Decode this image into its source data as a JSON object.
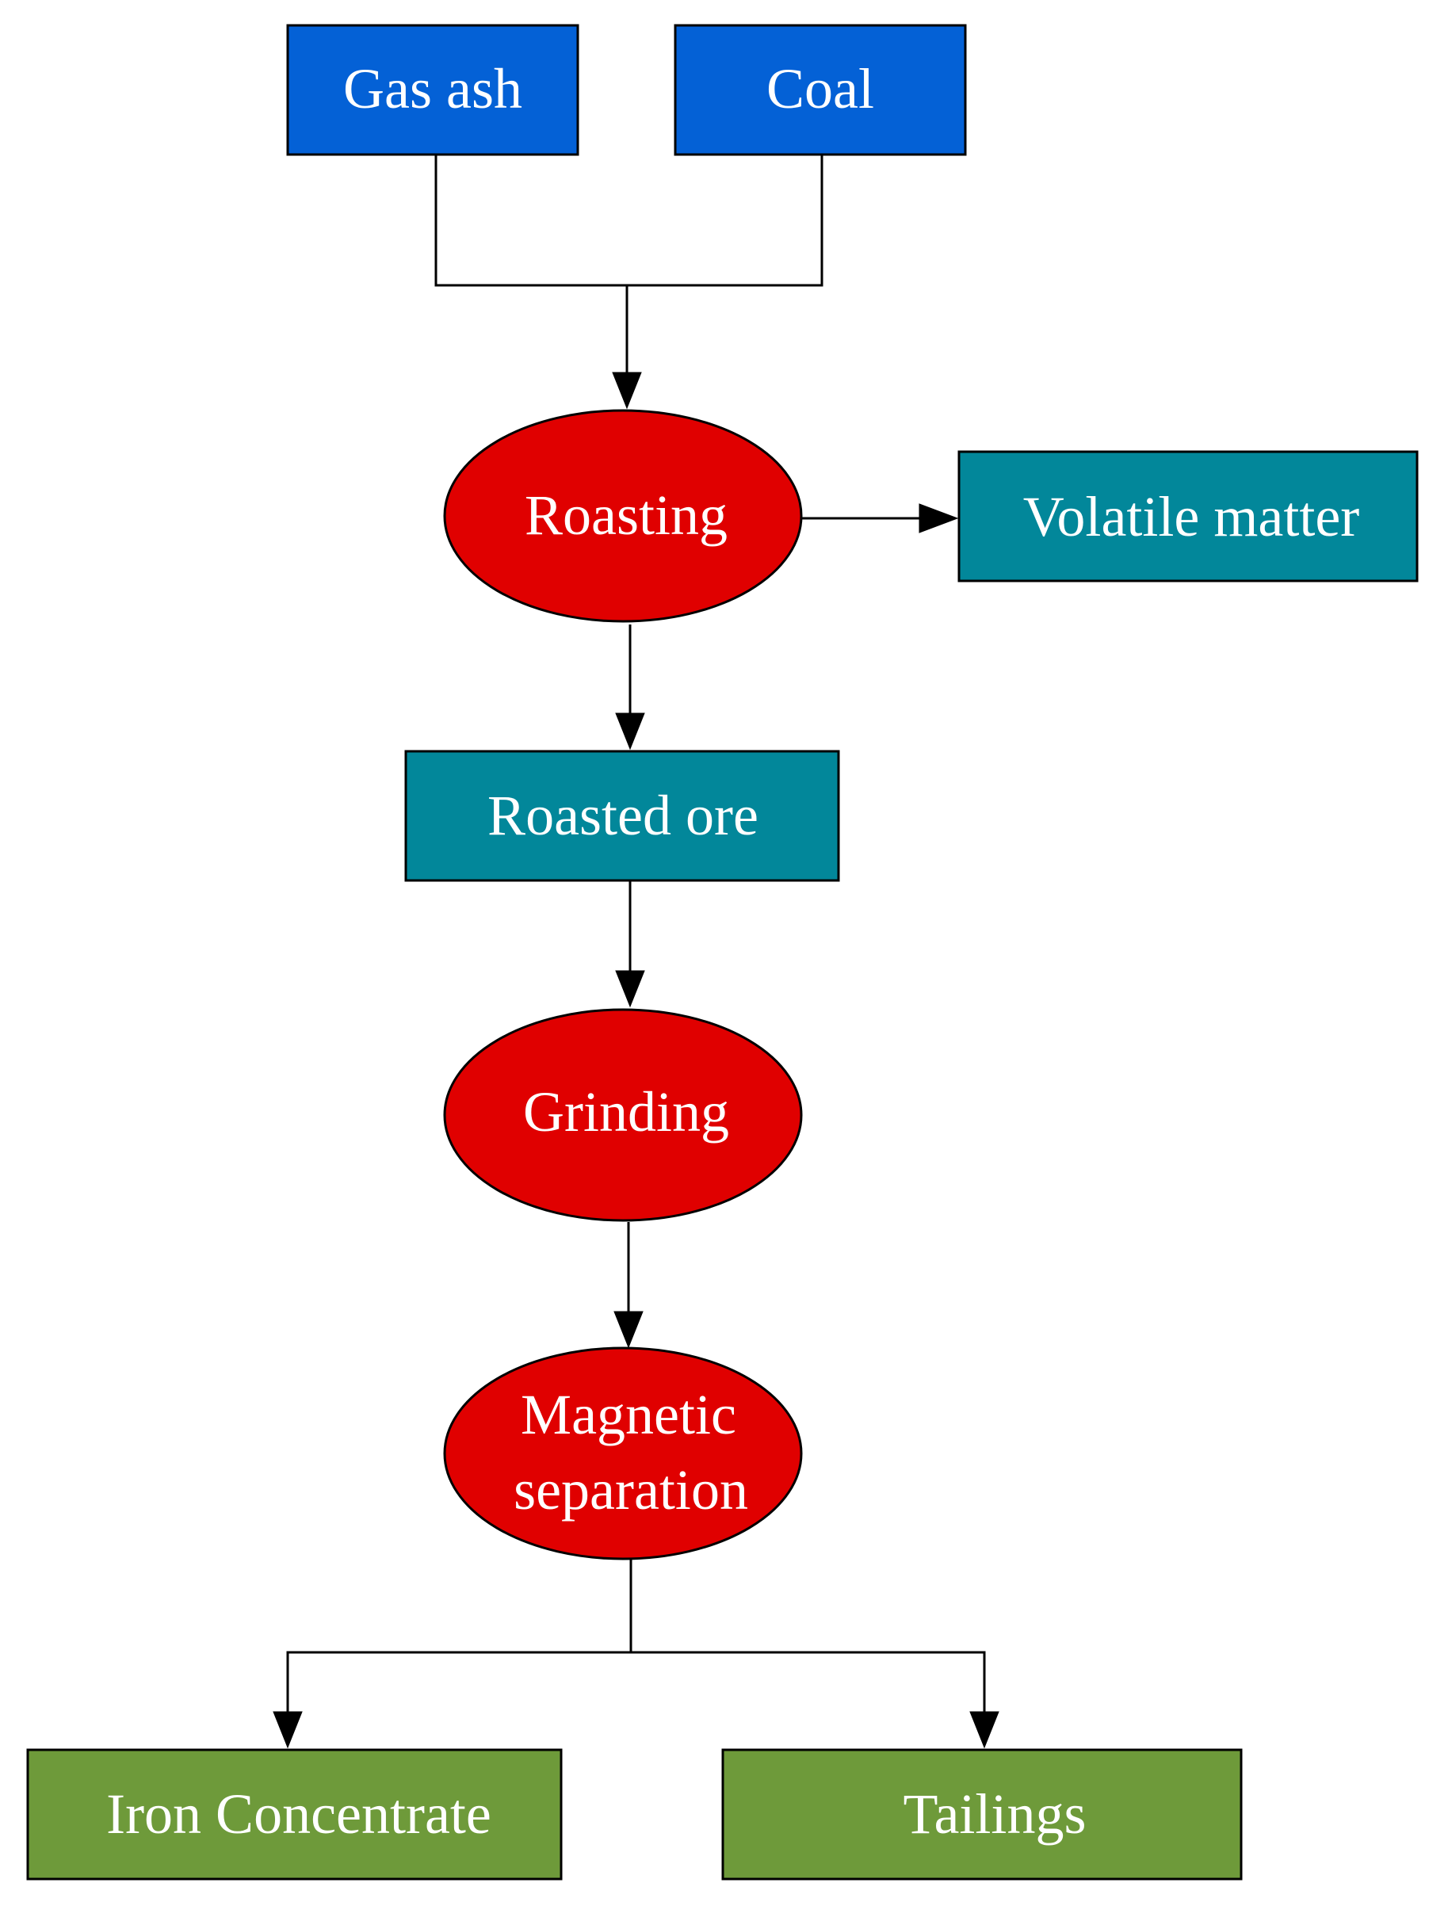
{
  "colors": {
    "input": "#0461D6",
    "process": "#E00000",
    "intermediate": "#02879A",
    "product": "#6E9A3A",
    "edge": "#000000",
    "text": "#FFFFFF"
  },
  "nodes": {
    "gas_ash": {
      "label": "Gas ash",
      "shape": "rectangle",
      "role": "input"
    },
    "coal": {
      "label": "Coal",
      "shape": "rectangle",
      "role": "input"
    },
    "roasting": {
      "label": "Roasting",
      "shape": "ellipse",
      "role": "process"
    },
    "volatile_matter": {
      "label": "Volatile matter",
      "shape": "rectangle",
      "role": "intermediate"
    },
    "roasted_ore": {
      "label": "Roasted ore",
      "shape": "rectangle",
      "role": "intermediate"
    },
    "grinding": {
      "label": "Grinding",
      "shape": "ellipse",
      "role": "process"
    },
    "magnetic_separation": {
      "label_line1": "Magnetic",
      "label_line2": "separation",
      "shape": "ellipse",
      "role": "process"
    },
    "iron_concentrate": {
      "label": "Iron Concentrate",
      "shape": "rectangle",
      "role": "product"
    },
    "tailings": {
      "label": "Tailings",
      "shape": "rectangle",
      "role": "product"
    }
  },
  "edges": [
    {
      "from": "gas_ash",
      "to": "roasting"
    },
    {
      "from": "coal",
      "to": "roasting"
    },
    {
      "from": "roasting",
      "to": "volatile_matter"
    },
    {
      "from": "roasting",
      "to": "roasted_ore"
    },
    {
      "from": "roasted_ore",
      "to": "grinding"
    },
    {
      "from": "grinding",
      "to": "magnetic_separation"
    },
    {
      "from": "magnetic_separation",
      "to": "iron_concentrate"
    },
    {
      "from": "magnetic_separation",
      "to": "tailings"
    }
  ]
}
